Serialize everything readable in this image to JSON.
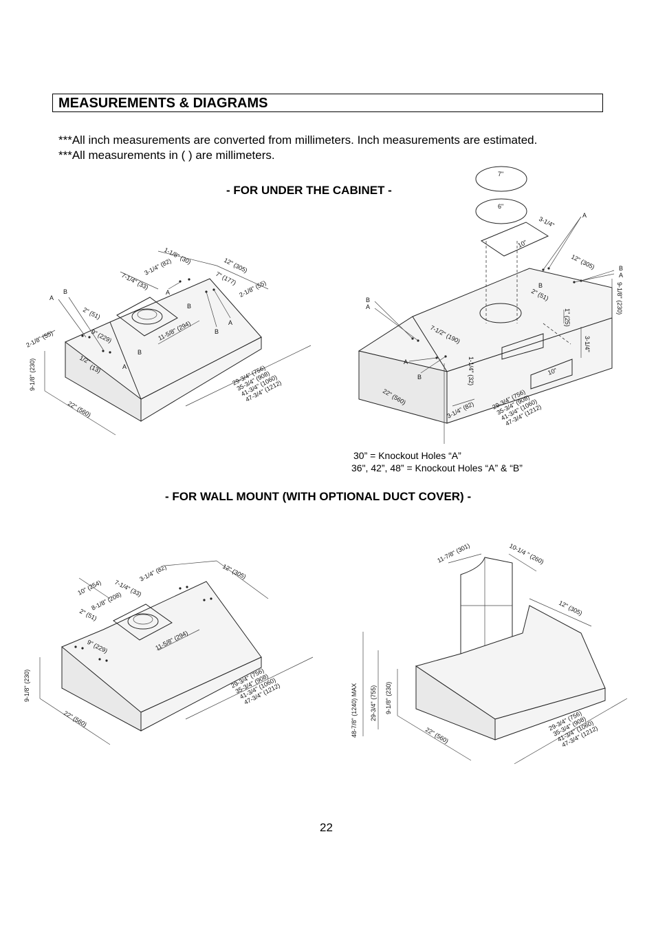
{
  "header": {
    "title": "MEASUREMENTS & DIAGRAMS"
  },
  "notes": [
    "***All inch measurements are converted from millimeters.  Inch measurements are estimated.",
    "***All measurements in ( ) are millimeters."
  ],
  "sections": {
    "under_cabinet": "- FOR UNDER THE CABINET -",
    "wall_mount": "- FOR WALL MOUNT (WITH OPTIONAL DUCT COVER) -"
  },
  "knockout_legend": [
    "30” = Knockout Holes “A”",
    "36\", 42”, 48” = Knockout Holes “A” & “B”"
  ],
  "diagram1": {
    "d_1_1_8": "1-1/8\" (30)",
    "d_3_1_4": "3-1/4\" (82)",
    "d_12": "12\" (305)",
    "d_7_1_4": "7-1/4\" (33)",
    "d_7": "7\" (177)",
    "d_2_1_8_r": "2-1/8\" (55)",
    "d_2": "2\" (51)",
    "d_9": "9\" (229)",
    "d_11_5_8": "11-5/8\" (294)",
    "d_2_1_8_l": "2-1/8\" (55)",
    "d_1_2": "1/2\"",
    "d_13": "(13)",
    "d_9_1_8": "9-1/8\" (230)",
    "d_22": "22\" (560)",
    "widths": [
      "29-3/4\" (756)",
      "35-3/4\" (908)",
      "41-3/4\" (1060)",
      "47-3/4\" (1212)"
    ],
    "label_a": "A",
    "label_b": "B"
  },
  "diagram2": {
    "d_7in": "7\"",
    "d_6in": "6\"",
    "d_3_1_4": "3-1/4\"",
    "d_10": "10\"",
    "d_12": "12\" (305)",
    "d_9_1_8": "9-1/8\" (230)",
    "d_2": "2\" (51)",
    "d_1": "1\" (25)",
    "d_7_1_2": "7-1/2\" (190)",
    "d_1_1_4": "1-1/4\" (32)",
    "d_3_1_4_side": "3-1/4\"",
    "d_10b": "10\"",
    "d_22": "22\" (560)",
    "d_3_1_4_82": "3-1/4\" (82)",
    "widths": [
      "29-3/4\" (756)",
      "35-3/4\" (908)",
      "41-3/4\" (1060)",
      "47-3/4\" (1212)"
    ],
    "label_a": "A",
    "label_b": "B"
  },
  "diagram3": {
    "d_3_1_4": "3-1/4\" (82)",
    "d_12": "12\" (305)",
    "d_10": "10\" (254)",
    "d_7_1_4": "7-1/4\" (33)",
    "d_8_1_8": "8-1/8\" (208)",
    "d_2": "2\" (51)",
    "d_11_5_8": "11-5/8\" (294)",
    "d_9": "9\" (229)",
    "d_9_1_8": "9-1/8\" (230)",
    "d_22": "22\" (560)",
    "widths": [
      "29-3/4\" (756)",
      "35-3/4\" (908)",
      "41-3/4\" (1060)",
      "47-3/4\" (1212)"
    ]
  },
  "diagram4": {
    "d_11_7_8": "11-7/8\" (301)",
    "d_10_1_4": "10-1/4 \" (260)",
    "d_12": "12\" (305)",
    "d_48": "48-7/8\" (1240) MAX",
    "d_29_3_4": "29-3/4\" (755)",
    "d_9_1_8": "9-1/8\" (230)",
    "d_22": "22\" (560)",
    "widths": [
      "29-3/4\" (756)",
      "35-3/4\" (908)",
      "41-3/4\" (1060)",
      "47-3/4\" (1212)"
    ]
  },
  "page_number": "22"
}
